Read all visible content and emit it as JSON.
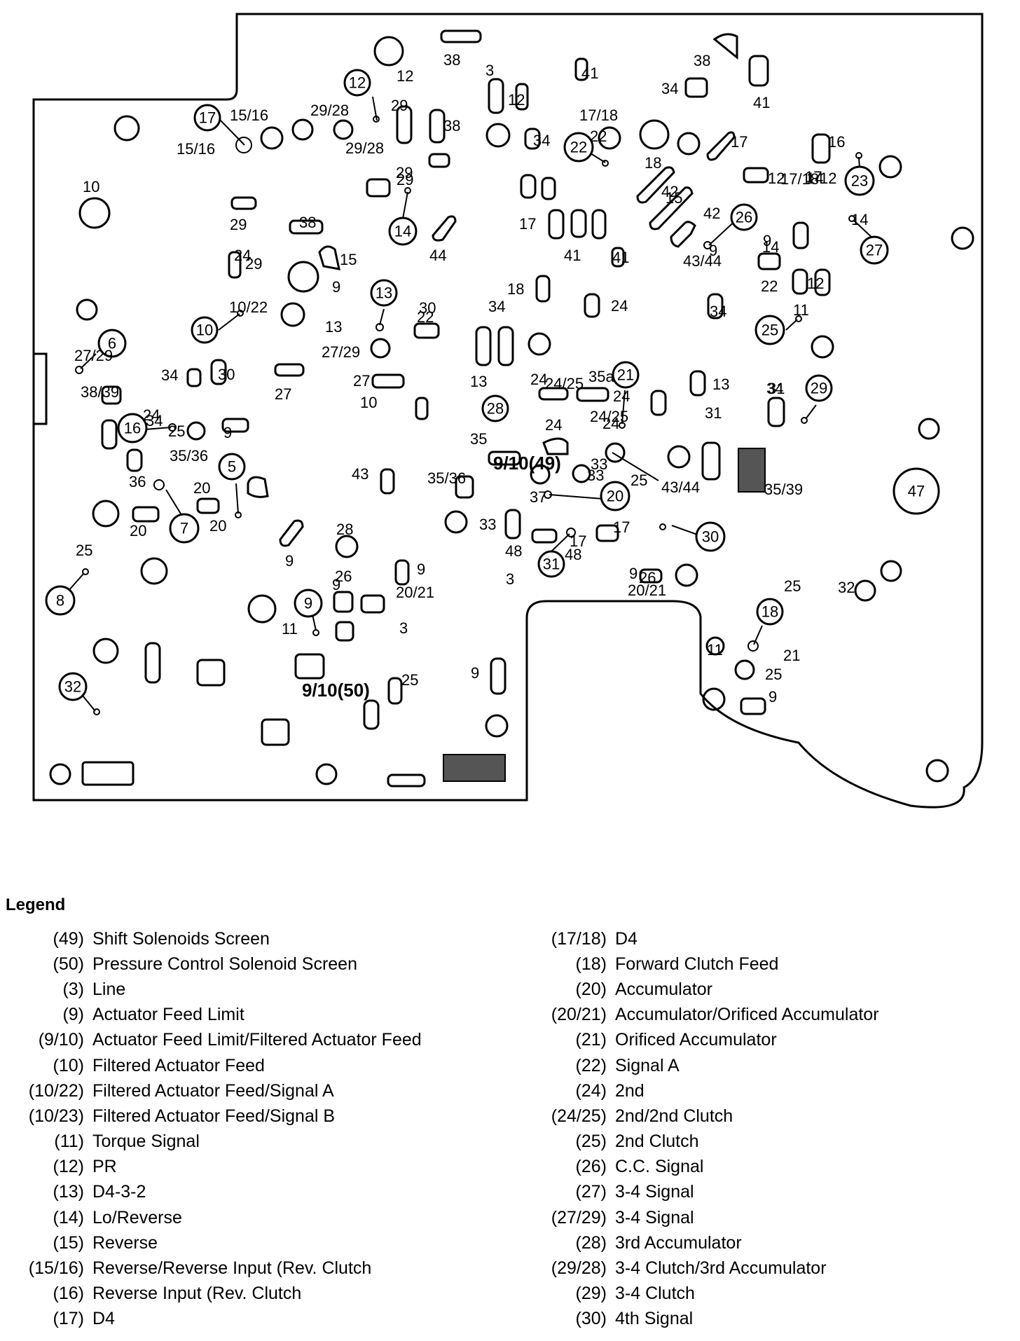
{
  "legend": {
    "title": "Legend",
    "left": [
      {
        "code": "(49)",
        "desc": "Shift Solenoids Screen"
      },
      {
        "code": "(50)",
        "desc": "Pressure Control Solenoid Screen"
      },
      {
        "code": "(3)",
        "desc": "Line"
      },
      {
        "code": "(9)",
        "desc": "Actuator Feed Limit"
      },
      {
        "code": "(9/10)",
        "desc": "Actuator Feed Limit/Filtered Actuator Feed"
      },
      {
        "code": "(10)",
        "desc": "Filtered Actuator Feed"
      },
      {
        "code": "(10/22)",
        "desc": "Filtered Actuator Feed/Signal A"
      },
      {
        "code": "(10/23)",
        "desc": "Filtered Actuator Feed/Signal B"
      },
      {
        "code": "(11)",
        "desc": "Torque Signal"
      },
      {
        "code": "(12)",
        "desc": "PR"
      },
      {
        "code": "(13)",
        "desc": "D4-3-2"
      },
      {
        "code": "(14)",
        "desc": "Lo/Reverse"
      },
      {
        "code": "(15)",
        "desc": "Reverse"
      },
      {
        "code": "(15/16)",
        "desc": "Reverse/Reverse Input (Rev. Clutch"
      },
      {
        "code": "(16)",
        "desc": "Reverse Input (Rev. Clutch"
      },
      {
        "code": "(17)",
        "desc": "D4"
      }
    ],
    "right": [
      {
        "code": "(17/18)",
        "desc": "D4"
      },
      {
        "code": "(18)",
        "desc": "Forward Clutch Feed"
      },
      {
        "code": "(20)",
        "desc": "Accumulator"
      },
      {
        "code": "(20/21)",
        "desc": "Accumulator/Orificed Accumulator"
      },
      {
        "code": "(21)",
        "desc": "Orificed Accumulator"
      },
      {
        "code": "(22)",
        "desc": "Signal    A"
      },
      {
        "code": "(24)",
        "desc": "2nd"
      },
      {
        "code": "(24/25)",
        "desc": "2nd/2nd Clutch"
      },
      {
        "code": "(25)",
        "desc": "2nd Clutch"
      },
      {
        "code": "(26)",
        "desc": "C.C. Signal"
      },
      {
        "code": "(27)",
        "desc": "3-4 Signal"
      },
      {
        "code": "(27/29)",
        "desc": "3-4 Signal"
      },
      {
        "code": "(28)",
        "desc": "3rd Accumulator"
      },
      {
        "code": "(29/28)",
        "desc": "3-4 Clutch/3rd Accumulator"
      },
      {
        "code": "(29)",
        "desc": "3-4 Clutch"
      },
      {
        "code": "(30)",
        "desc": "4th Signal"
      }
    ]
  },
  "diagram": {
    "circled": [
      "12",
      "17",
      "22",
      "26",
      "23",
      "27",
      "14",
      "13",
      "25",
      "6",
      "10",
      "21",
      "29",
      "28",
      "16",
      "5",
      "7",
      "20",
      "30",
      "47",
      "31",
      "8",
      "9",
      "18",
      "32"
    ],
    "labels": [
      "38",
      "12",
      "3",
      "41",
      "38",
      "41",
      "34",
      "15/16",
      "29/28",
      "29",
      "38",
      "12",
      "17/18",
      "15/16",
      "29/28",
      "34",
      "22",
      "17",
      "16",
      "14",
      "10",
      "29",
      "18",
      "12",
      "17/18",
      "17",
      "12",
      "14",
      "42",
      "29",
      "15",
      "29",
      "38",
      "17",
      "44",
      "42",
      "9",
      "15",
      "41",
      "41",
      "43/44",
      "22",
      "12",
      "14",
      "9",
      "9",
      "29",
      "18",
      "24",
      "24",
      "11",
      "34",
      "10/22",
      "30",
      "13",
      "27/29",
      "27/29",
      "34",
      "30",
      "27",
      "22",
      "34",
      "13",
      "27",
      "24",
      "35a",
      "13",
      "10",
      "34",
      "24",
      "24/25",
      "24",
      "24/25",
      "34",
      "38/39",
      "24",
      "25",
      "24",
      "31",
      "35/36",
      "9",
      "35",
      "9/10(49)",
      "31",
      "33",
      "33",
      "35/39",
      "43",
      "35/36",
      "25",
      "43/44",
      "36",
      "20",
      "20",
      "33",
      "37",
      "17",
      "17",
      "48",
      "48",
      "32",
      "9",
      "28",
      "25",
      "20",
      "9",
      "26",
      "9",
      "25",
      "26",
      "3",
      "20/21",
      "11",
      "9",
      "20/21",
      "3",
      "11",
      "25",
      "21",
      "9/10(50)",
      "25",
      "9",
      "9"
    ]
  }
}
